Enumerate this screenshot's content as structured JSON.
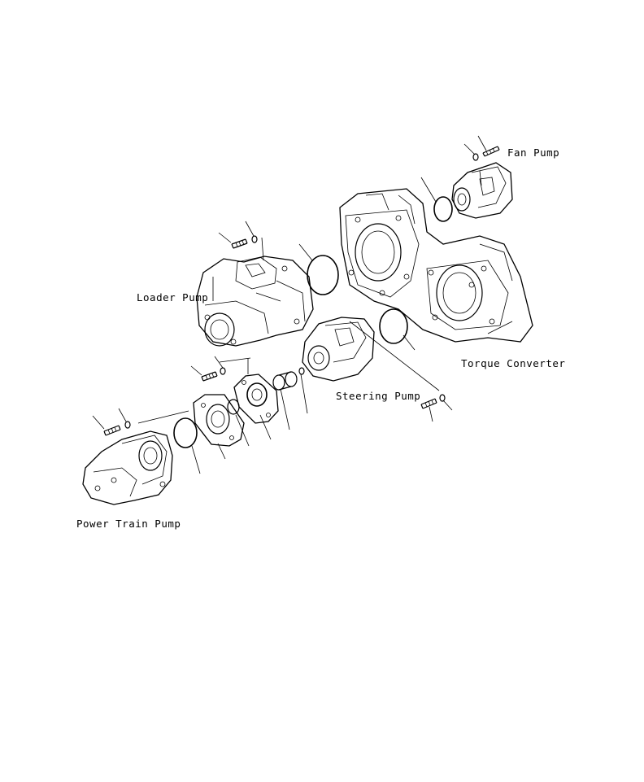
{
  "labels": {
    "fan_pump": "Fan Pump",
    "loader_pump": "Loader Pump",
    "torque_converter": "Torque Converter",
    "steering_pump": "Steering Pump",
    "power_train_pump": "Power Train Pump"
  }
}
